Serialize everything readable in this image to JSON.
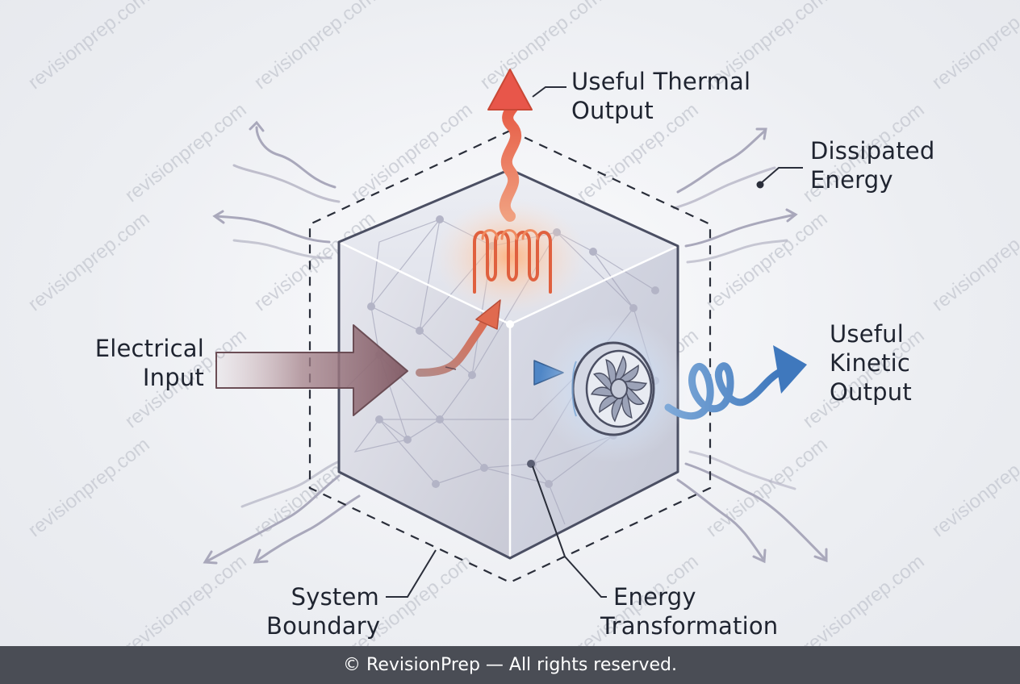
{
  "labels": {
    "thermal": [
      "Useful Thermal",
      "Output"
    ],
    "dissipated": [
      "Dissipated",
      "Energy"
    ],
    "electrical": [
      "Electrical",
      "Input"
    ],
    "kinetic": [
      "Useful",
      "Kinetic",
      "Output"
    ],
    "boundary": [
      "System",
      "Boundary"
    ],
    "transformation": [
      "Energy",
      "Transformation"
    ]
  },
  "watermark": "revisionprep.com",
  "footer": "© RevisionPrep — All rights reserved.",
  "colors": {
    "thermal_arrow": "#e8644a",
    "kinetic_arrow": "#4f86c6",
    "input_arrow": "#8c6670",
    "boundary_line": "#2a2e3a",
    "cube_edge": "#4b4f63",
    "dissipation": "#a7a6b8",
    "footer_bg": "#4a4d55"
  },
  "icons": [
    "heating-coil-icon",
    "fan-icon"
  ]
}
